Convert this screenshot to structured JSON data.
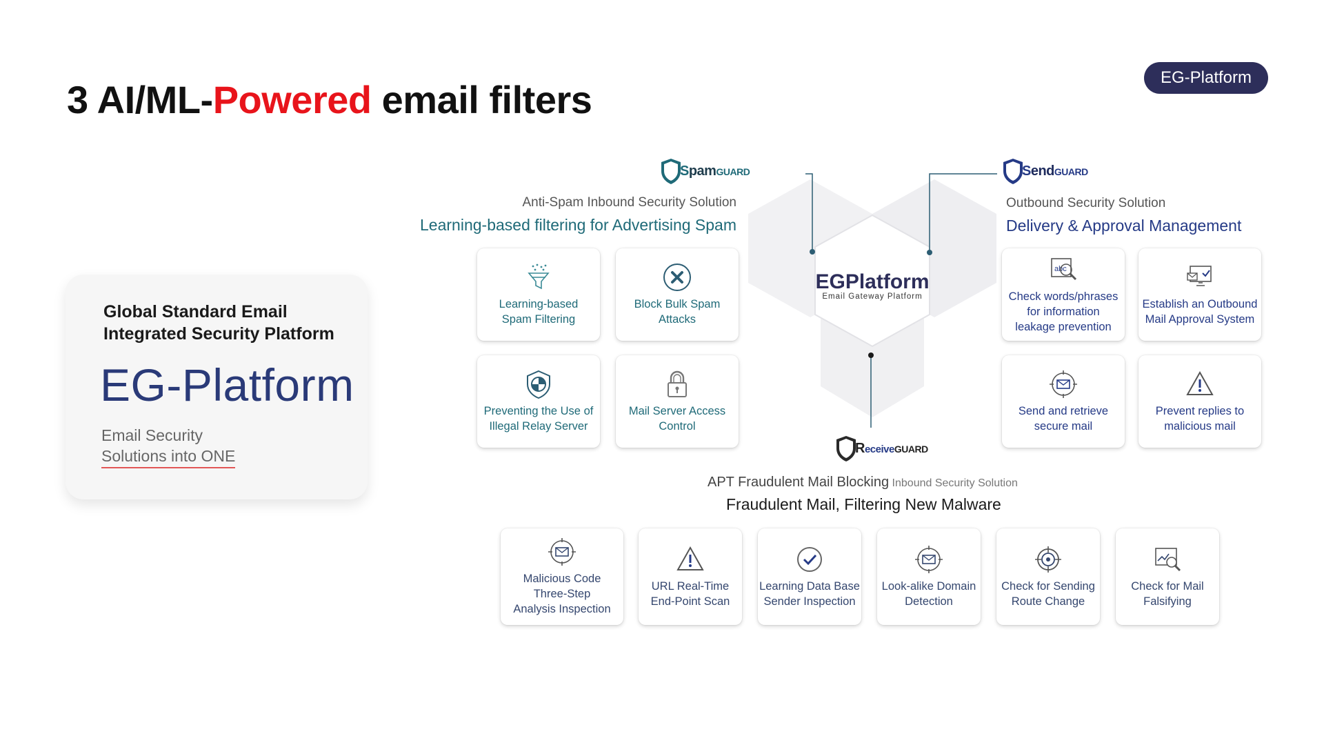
{
  "header": {
    "title_prefix": "3 AI/ML-",
    "title_accent": "Powered",
    "title_suffix": " email filters",
    "badge": "EG-Platform"
  },
  "info_card": {
    "subtitle_line1": "Global Standard Email",
    "subtitle_line2": "Integrated Security Platform",
    "brand": "EG-Platform",
    "desc_line1": "Email Security",
    "desc_line2": "Solutions into ONE"
  },
  "center": {
    "brand": "EGPlatform",
    "tagline": "Email Gateway Platform"
  },
  "spam_guard": {
    "logo_letter": "S",
    "logo_word": "pam",
    "logo_guard": "GUARD",
    "small_title": "Anti-Spam Inbound Security Solution",
    "big_title": "Learning-based filtering for Advertising Spam",
    "features": [
      {
        "icon": "funnel-icon",
        "label": "Learning-based\nSpam Filtering"
      },
      {
        "icon": "block-x-icon",
        "label": "Block Bulk Spam\nAttacks"
      },
      {
        "icon": "shield-badge-icon",
        "label": "Preventing the Use of\nIllegal Relay Server"
      },
      {
        "icon": "lock-icon",
        "label": "Mail Server Access\nControl"
      }
    ]
  },
  "send_guard": {
    "logo_letter": "S",
    "logo_word": "end",
    "logo_guard": "GUARD",
    "small_title": "Outbound Security Solution",
    "big_title": "Delivery & Approval Management",
    "features": [
      {
        "icon": "text-search-icon",
        "label": "Check words/phrases\nfor information\nleakage prevention"
      },
      {
        "icon": "approval-monitor-icon",
        "label": "Establish an Outbound\nMail Approval System"
      },
      {
        "icon": "secure-mail-icon",
        "label": "Send and retrieve\nsecure mail"
      },
      {
        "icon": "warning-icon",
        "label": "Prevent replies to\nmalicious mail"
      }
    ]
  },
  "receive_guard": {
    "logo_letter": "R",
    "logo_word": "eceive",
    "logo_guard": "GUARD",
    "small_title": "APT Fraudulent Mail Blocking",
    "small_title_suffix": "Inbound Security Solution",
    "big_title": "Fraudulent Mail, Filtering New Malware",
    "features": [
      {
        "icon": "target-mail-icon",
        "label": "Malicious Code\nThree-Step\nAnalysis Inspection"
      },
      {
        "icon": "warning-icon",
        "label": "URL Real-Time\nEnd-Point Scan"
      },
      {
        "icon": "check-circle-icon",
        "label": "Learning Data Base\nSender Inspection"
      },
      {
        "icon": "target-mail-icon",
        "label": "Look-alike Domain\nDetection"
      },
      {
        "icon": "crosshair-icon",
        "label": "Check for Sending\nRoute Change"
      },
      {
        "icon": "monitor-search-icon",
        "label": "Check for Mail\nFalsifying"
      }
    ]
  },
  "colors": {
    "accent_red": "#e8141b",
    "navy": "#253a86",
    "teal": "#1f6a78",
    "badge_bg": "#2d2e5a"
  }
}
